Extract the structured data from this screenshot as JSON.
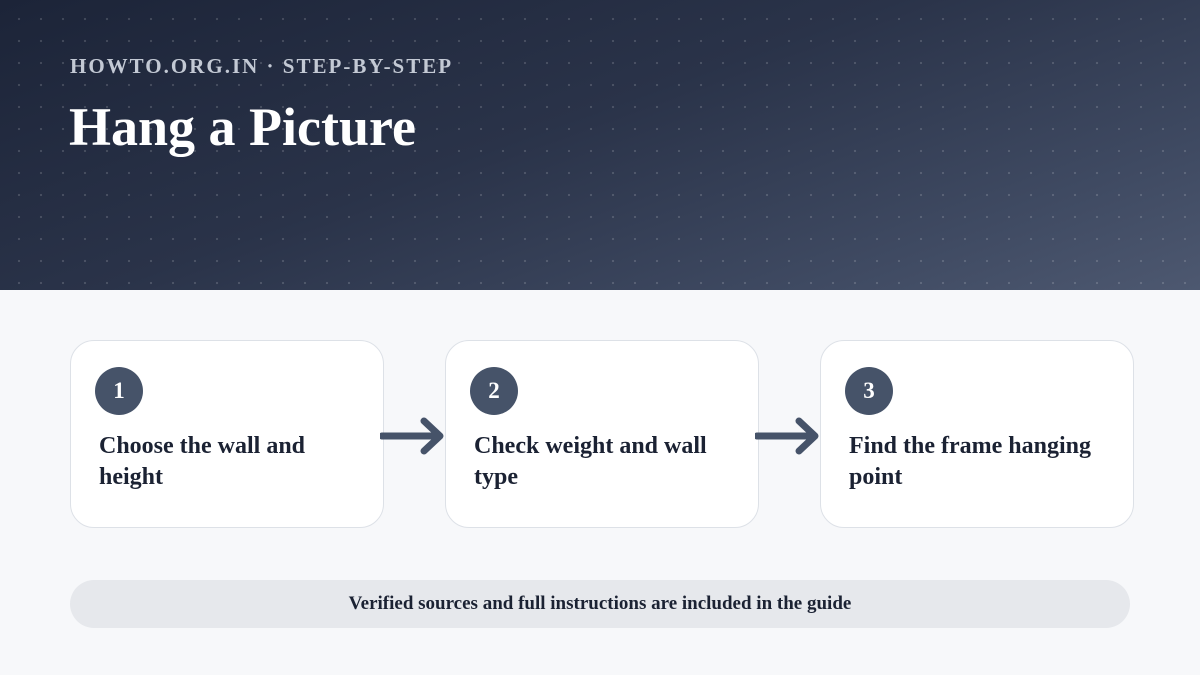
{
  "header": {
    "kicker": "HOWTO.ORG.IN · STEP-BY-STEP",
    "title": "Hang a Picture"
  },
  "steps": [
    {
      "number": "1",
      "text": "Choose the wall and height"
    },
    {
      "number": "2",
      "text": "Check weight and wall type"
    },
    {
      "number": "3",
      "text": "Find the frame hanging point"
    }
  ],
  "footer": {
    "note": "Verified sources and full instructions are included in the guide"
  },
  "colors": {
    "hero_dark": "#1c2438",
    "hero_light": "#4d5870",
    "accent": "#465369",
    "text_dark": "#1b2233",
    "page_bg": "#f7f8fa"
  },
  "icons": {
    "connector": "right-arrow-icon"
  }
}
